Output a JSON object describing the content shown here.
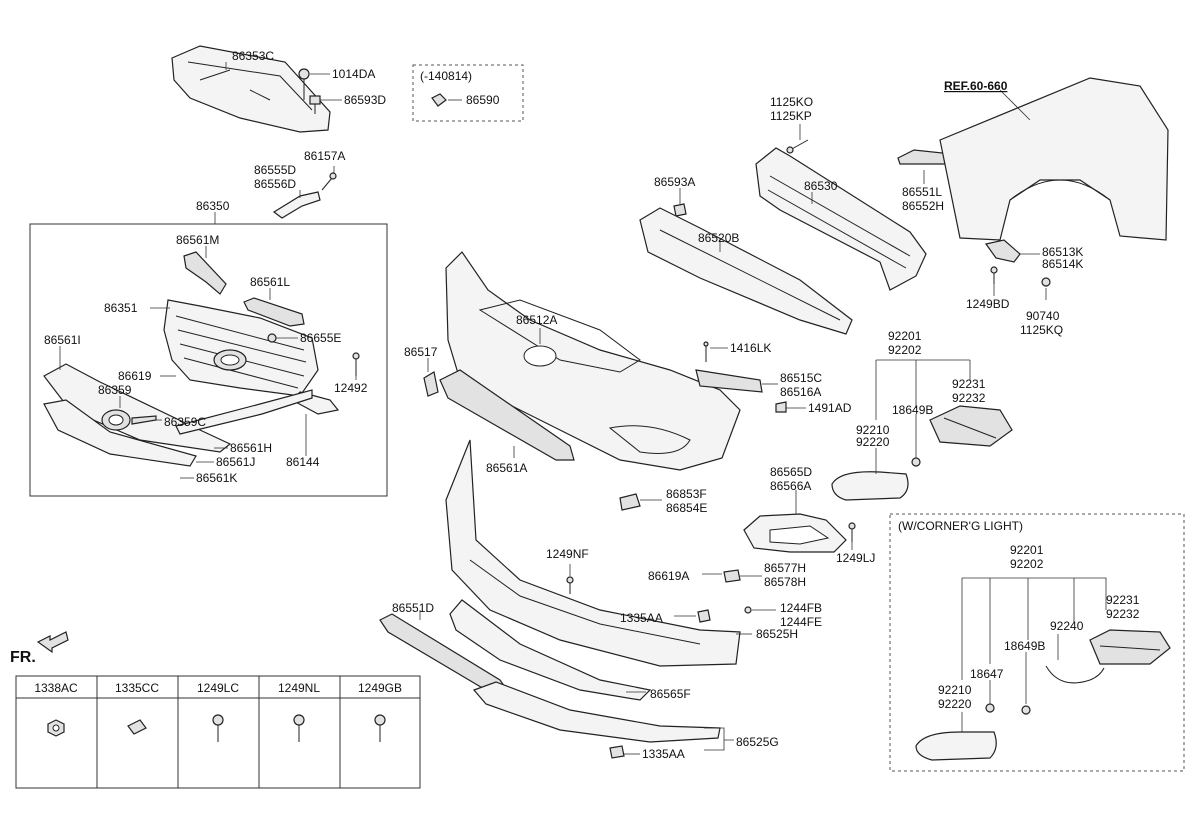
{
  "labels": {
    "l86353C": "86353C",
    "l1014DA": "1014DA",
    "l86593D": "86593D",
    "l140814": "(-140814)",
    "l86590": "86590",
    "lREF": "REF.60-660",
    "l1125KO": "1125KO",
    "l1125KP": "1125KP",
    "l86157A": "86157A",
    "l86555D": "86555D",
    "l86556D": "86556D",
    "l86350": "86350",
    "l86593A": "86593A",
    "l86530": "86530",
    "l86551L": "86551L",
    "l86552H": "86552H",
    "l86520B": "86520B",
    "l86513K": "86513K",
    "l86514K": "86514K",
    "l1249BD": "1249BD",
    "l90740": "90740",
    "l1125KQ": "1125KQ",
    "l86561M": "86561M",
    "l86561L": "86561L",
    "l86351": "86351",
    "l86655E": "86655E",
    "l86561I": "86561I",
    "l86619": "86619",
    "l86359": "86359",
    "l12492": "12492",
    "l86359C": "86359C",
    "l86561H": "86561H",
    "l86144": "86144",
    "l86561J": "86561J",
    "l86561K": "86561K",
    "l86512A": "86512A",
    "l86517": "86517",
    "l1416LK": "1416LK",
    "l86515C": "86515C",
    "l86516A": "86516A",
    "l1491AD": "1491AD",
    "l92201a": "92201",
    "l92202a": "92202",
    "l92231a": "92231",
    "l92232a": "92232",
    "l18649Ba": "18649B",
    "l92210a": "92210",
    "l92220a": "92220",
    "l86561A": "86561A",
    "l86853F": "86853F",
    "l86854E": "86854E",
    "l86565D": "86565D",
    "l86566A": "86566A",
    "l1249LJ": "1249LJ",
    "lcorner": "(W/CORNER'G LIGHT)",
    "l92201b": "92201",
    "l92202b": "92202",
    "l1249NF": "1249NF",
    "l86619A": "86619A",
    "l86577H": "86577H",
    "l86578H": "86578H",
    "l92231b": "92231",
    "l92232b": "92232",
    "l86551D": "86551D",
    "l1335AAa": "1335AA",
    "l1244FB": "1244FB",
    "l1244FE": "1244FE",
    "l92240": "92240",
    "l86525H": "86525H",
    "l18649Bb": "18649B",
    "l18647": "18647",
    "l86565F": "86565F",
    "l92210b": "92210",
    "l92220b": "92220",
    "l86525G": "86525G",
    "l1335AAb": "1335AA",
    "lFR": "FR."
  },
  "fastener_table": {
    "headers": [
      "1338AC",
      "1335CC",
      "1249LC",
      "1249NL",
      "1249GB"
    ],
    "icons": [
      "hex-nut-icon",
      "speed-clip-icon",
      "screw-icon",
      "screw-icon",
      "screw-icon"
    ]
  }
}
